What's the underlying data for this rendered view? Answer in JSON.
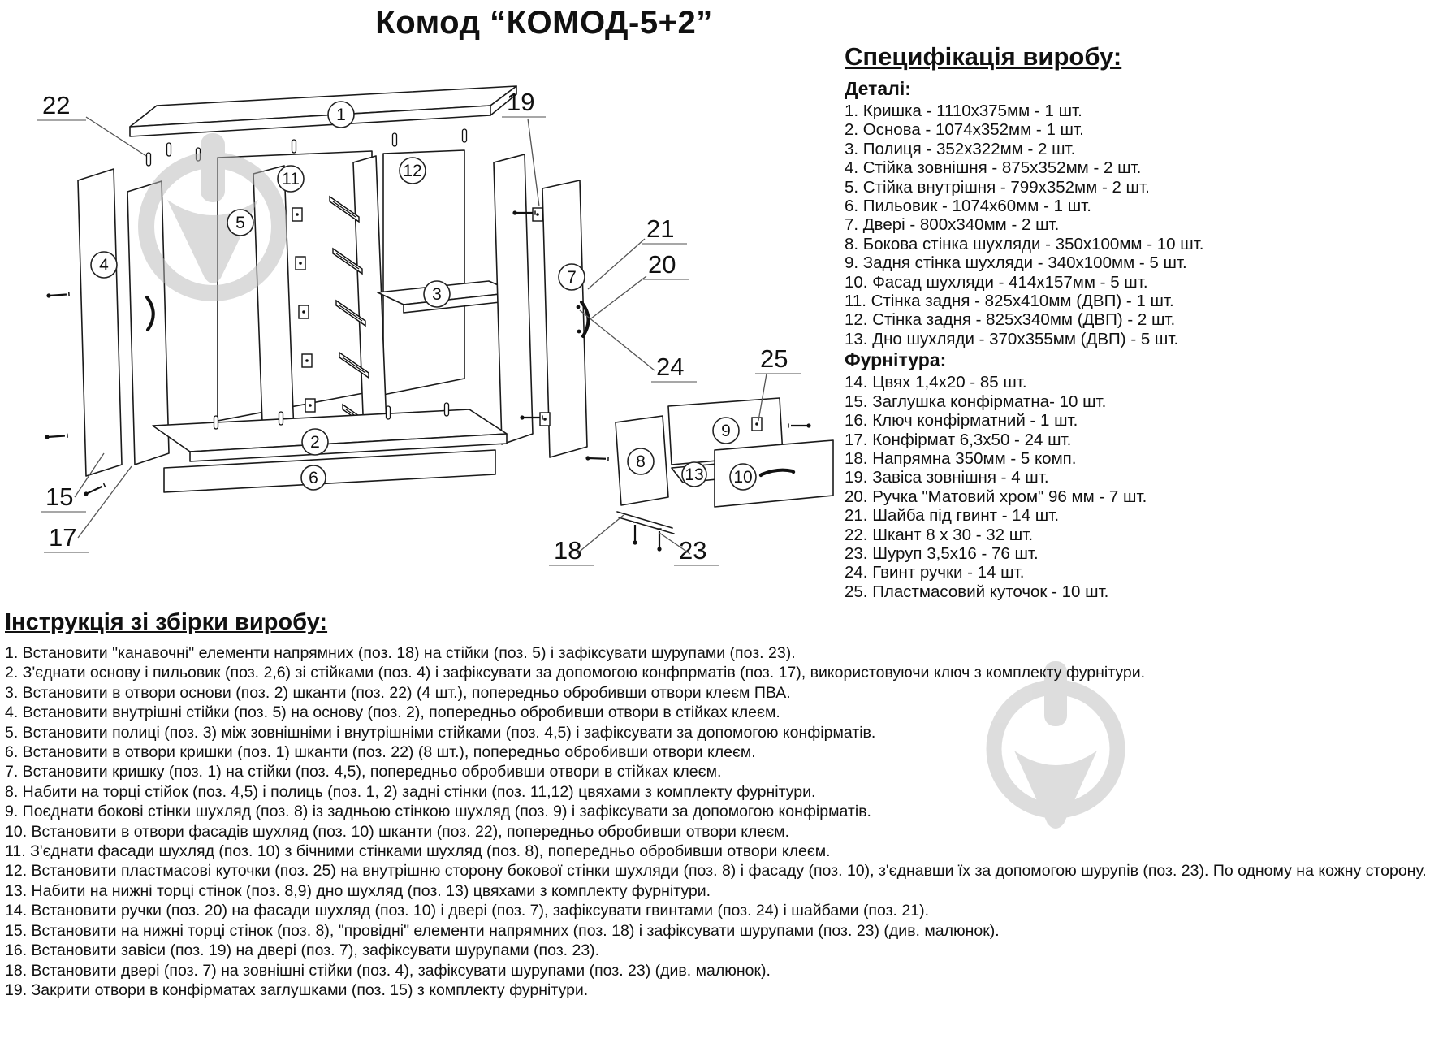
{
  "title": "Комод “КОМОД-5+2”",
  "spec": {
    "heading": "Специфікація виробу:",
    "details_heading": "Деталі:",
    "details": [
      "1. Кришка - 1110х375мм - 1 шт.",
      "2. Основа - 1074х352мм - 1 шт.",
      "3. Полиця - 352х322мм - 2 шт.",
      "4. Стійка зовнішня - 875х352мм - 2 шт.",
      "5. Стійка внутрішня - 799х352мм - 2 шт.",
      "6. Пильовик - 1074х60мм - 1 шт.",
      "7. Двері - 800х340мм - 2 шт.",
      "8. Бокова стінка шухляди - 350х100мм - 10 шт.",
      "9. Задня стінка шухляди - 340х100мм - 5 шт.",
      "10. Фасад шухляди - 414х157мм - 5 шт.",
      "11. Стінка задня - 825х410мм (ДВП) - 1 шт.",
      "12. Стінка задня - 825х340мм (ДВП) - 2 шт.",
      "13. Дно шухляди - 370х355мм (ДВП) - 5 шт."
    ],
    "hardware_heading": "Фурнітура:",
    "hardware": [
      "14. Цвях 1,4х20 - 85 шт.",
      "15. Заглушка конфірматна- 10 шт.",
      "16. Ключ конфірматний - 1 шт.",
      "17. Конфірмат 6,3х50 - 24 шт.",
      "18. Напрямна 350мм - 5 комп.",
      "19. Завіса зовнішня - 4 шт.",
      "20. Ручка \"Матовий хром\" 96 мм - 7 шт.",
      "21. Шайба під гвинт - 14 шт.",
      "22. Шкант 8 х 30 - 32 шт.",
      "23. Шуруп 3,5х16 - 76 шт.",
      "24. Гвинт ручки - 14 шт.",
      "25. Пластмасовий куточок - 10 шт."
    ]
  },
  "instructions": {
    "heading": "Інструкція зі збірки виробу:",
    "steps": [
      "1. Встановити \"канавочні\" елементи напрямних (поз. 18) на стійки (поз. 5) і зафіксувати шурупами (поз. 23).",
      "2. З'єднати основу і пильовик (поз. 2,6) зі стійками (поз. 4) і зафіксувати за допомогою конфпрматів (поз. 17), використовуючи ключ з комплекту фурнітури.",
      "3. Встановити в отвори основи (поз. 2) шканти (поз. 22) (4 шт.), попередньо обробивши отвори клеєм ПВА.",
      "4. Встановити внутрішні стійки (поз. 5) на основу (поз. 2), попередньо обробивши отвори в стійках клеєм.",
      "5. Встановити полиці (поз. 3) між зовнішніми і внутрішніми стійками (поз. 4,5) і зафіксувати за допомогою конфірматів.",
      "6. Встановити в отвори кришки (поз. 1) шканти (поз. 22) (8 шт.), попередньо обробивши отвори клеєм.",
      "7. Встановити кришку (поз. 1) на стійки (поз. 4,5), попередньо обробивши отвори в стійках клеєм.",
      "8. Набити на торці стійок (поз. 4,5) і полиць (поз. 1, 2) задні стінки (поз. 11,12) цвяхами з комплекту фурнітури.",
      "9. Поєднати бокові стінки шухляд (поз. 8) із задньою стінкою шухляд (поз. 9) і зафіксувати за допомогою конфірматів.",
      "10. Встановити в отвори фасадів шухляд (поз. 10) шканти (поз. 22), попередньо обробивши отвори клеєм.",
      "11. З'єднати фасади шухляд (поз. 10) з бічними стінками шухляд (поз. 8), попередньо обробивши отвори клеєм.",
      "12. Встановити пластмасові куточки (поз. 25) на внутрішню сторону бокової стінки шухляди (поз. 8) і фасаду (поз. 10), з'єднавши їх за допомогою шурупів (поз. 23). По одному на кожну сторону.",
      "13. Набити на нижні торці стінок (поз. 8,9) дно шухляд (поз. 13) цвяхами з комплекту фурнітури.",
      "14. Встановити ручки (поз. 20) на фасади шухляд (поз. 10) і двері (поз. 7), зафіксувати гвинтами (поз. 24) і шайбами (поз. 21).",
      "15. Встановити на нижні торці стінок (поз. 8), \"провідні\" елементи напрямних (поз. 18) і зафіксувати шурупами (поз. 23) (див. малюнок).",
      "16. Встановити завіси (поз. 19) на двері (поз. 7), зафіксувати шурупами (поз. 23).",
      "18. Встановити двері (поз. 7) на зовнішні стійки (поз. 4), зафіксувати шурупами (поз. 23) (див. малюнок).",
      "19. Закрити отвори в конфірматах заглушками (поз. 15) з комплекту фурнітури."
    ]
  },
  "diagram": {
    "callouts": {
      "c22": "22",
      "c19": "19",
      "c21": "21",
      "c20": "20",
      "c24": "24",
      "c25": "25",
      "c15": "15",
      "c17": "17",
      "c18": "18",
      "c23": "23"
    },
    "parts": {
      "p1": "1",
      "p2": "2",
      "p3": "3",
      "p4": "4",
      "p5": "5",
      "p6": "6",
      "p7": "7",
      "p8": "8",
      "p9": "9",
      "p10": "10",
      "p11": "11",
      "p12": "12",
      "p13": "13"
    }
  }
}
